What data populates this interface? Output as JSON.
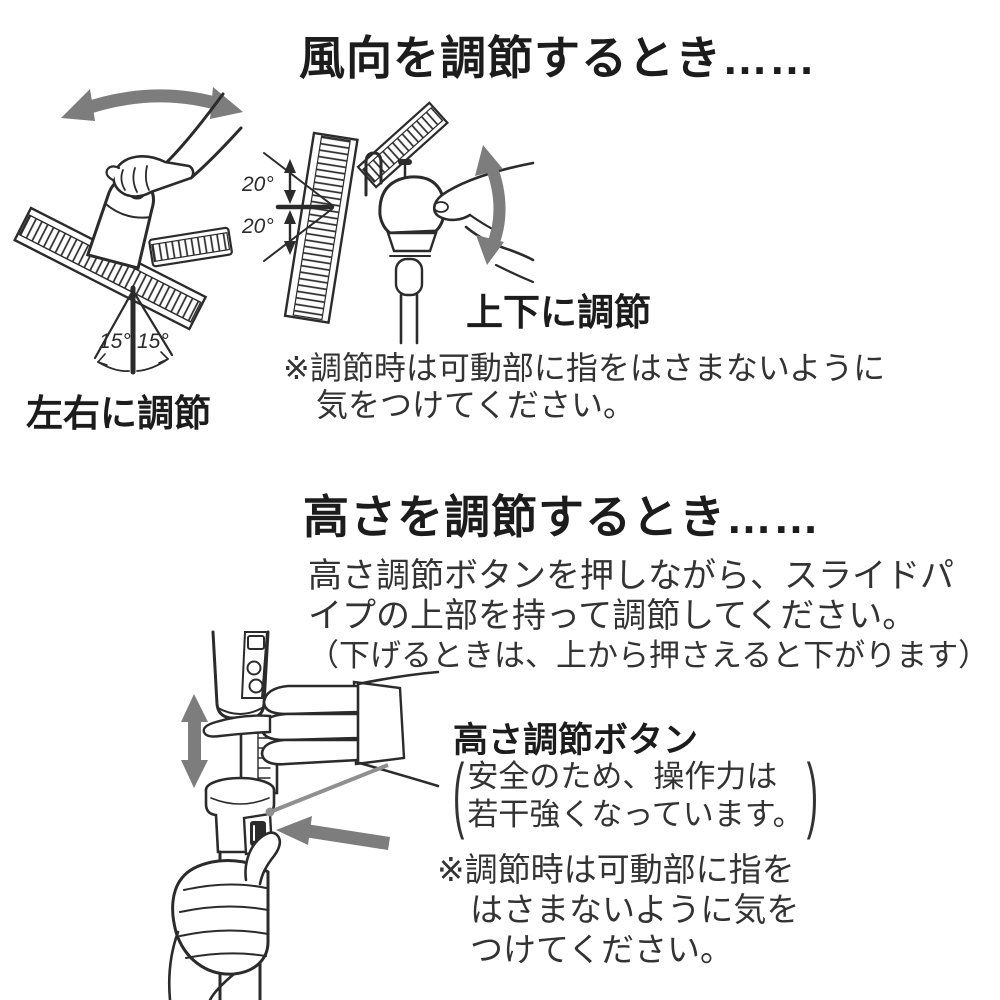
{
  "document": {
    "bg_color": "#ffffff",
    "line_art_color": "#2b2b2b",
    "text_color": "#333333",
    "arrow_gray": "#7d7d7d",
    "leader_gray": "#8f8f8f"
  },
  "wind_section": {
    "title": "風向を調節するとき……",
    "swivel_label": "左右に調節",
    "swivel_angle_left": "15°",
    "swivel_angle_right": "15°",
    "tilt_label": "上下に調節",
    "tilt_angle_up": "20°",
    "tilt_angle_down": "20°",
    "note_lines": [
      "※調節時は可動部に指をはさまないように",
      "気をつけてください。"
    ]
  },
  "height_section": {
    "title": "高さを調節するとき……",
    "instruction_lines": [
      "高さ調節ボタンを押しながら、スライドパ",
      "イプの上部を持って調節してください。",
      "（下げるときは、上から押さえると下がります）"
    ],
    "button_label": "高さ調節ボタン",
    "button_note_lines": [
      "安全のため、操作力は",
      "若干強くなっています。"
    ],
    "note_lines": [
      "※調節時は可動部に指を",
      "はさまないように気を",
      "つけてください。"
    ]
  }
}
